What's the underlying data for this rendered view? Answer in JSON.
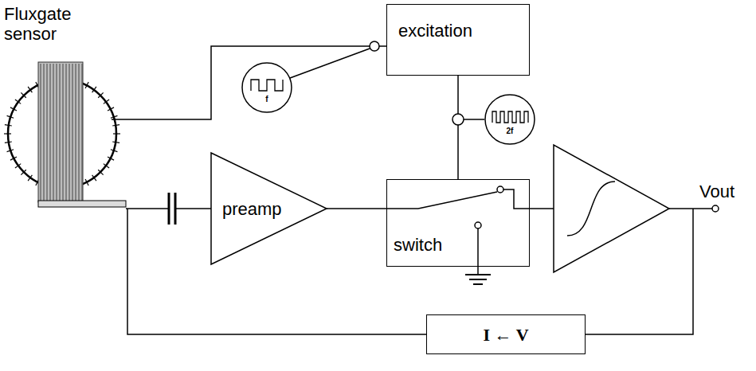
{
  "diagram": {
    "nodes": [
      {
        "text": [
          "excitation"
        ]
      },
      {
        "text": [
          "f"
        ]
      },
      {
        "text": [
          "2f"
        ]
      },
      {
        "text": [
          "preamp"
        ]
      },
      {
        "text": [
          "switch"
        ]
      },
      {
        "text": [
          "I ← V"
        ]
      }
    ],
    "edges": [
      {
        "from": 0,
        "to": 4,
        "arrow": "none"
      },
      {
        "from": 3,
        "to": 4,
        "arrow": "none"
      }
    ],
    "labels": [
      "Fluxgate sensor",
      "Vout"
    ]
  }
}
